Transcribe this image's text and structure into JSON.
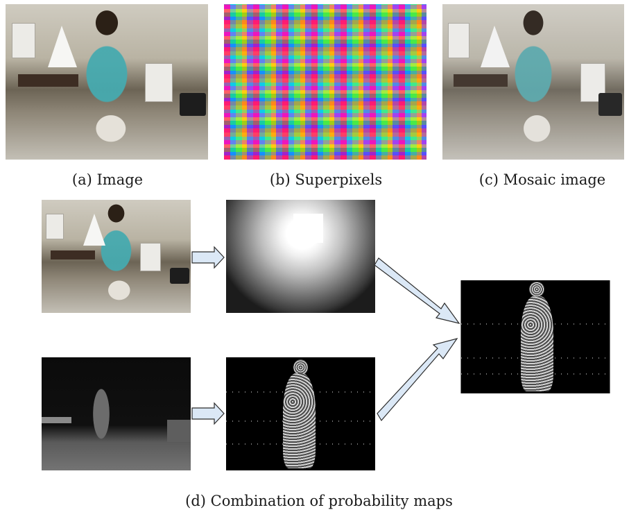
{
  "captions": {
    "a": "(a) Image",
    "b": "(b) Superpixels",
    "c": "(c) Mosaic image",
    "d": "(d) Combination of probability maps"
  },
  "colors": {
    "arrow_fill": "#dbe8f6",
    "arrow_stroke": "#2b2b2b"
  }
}
